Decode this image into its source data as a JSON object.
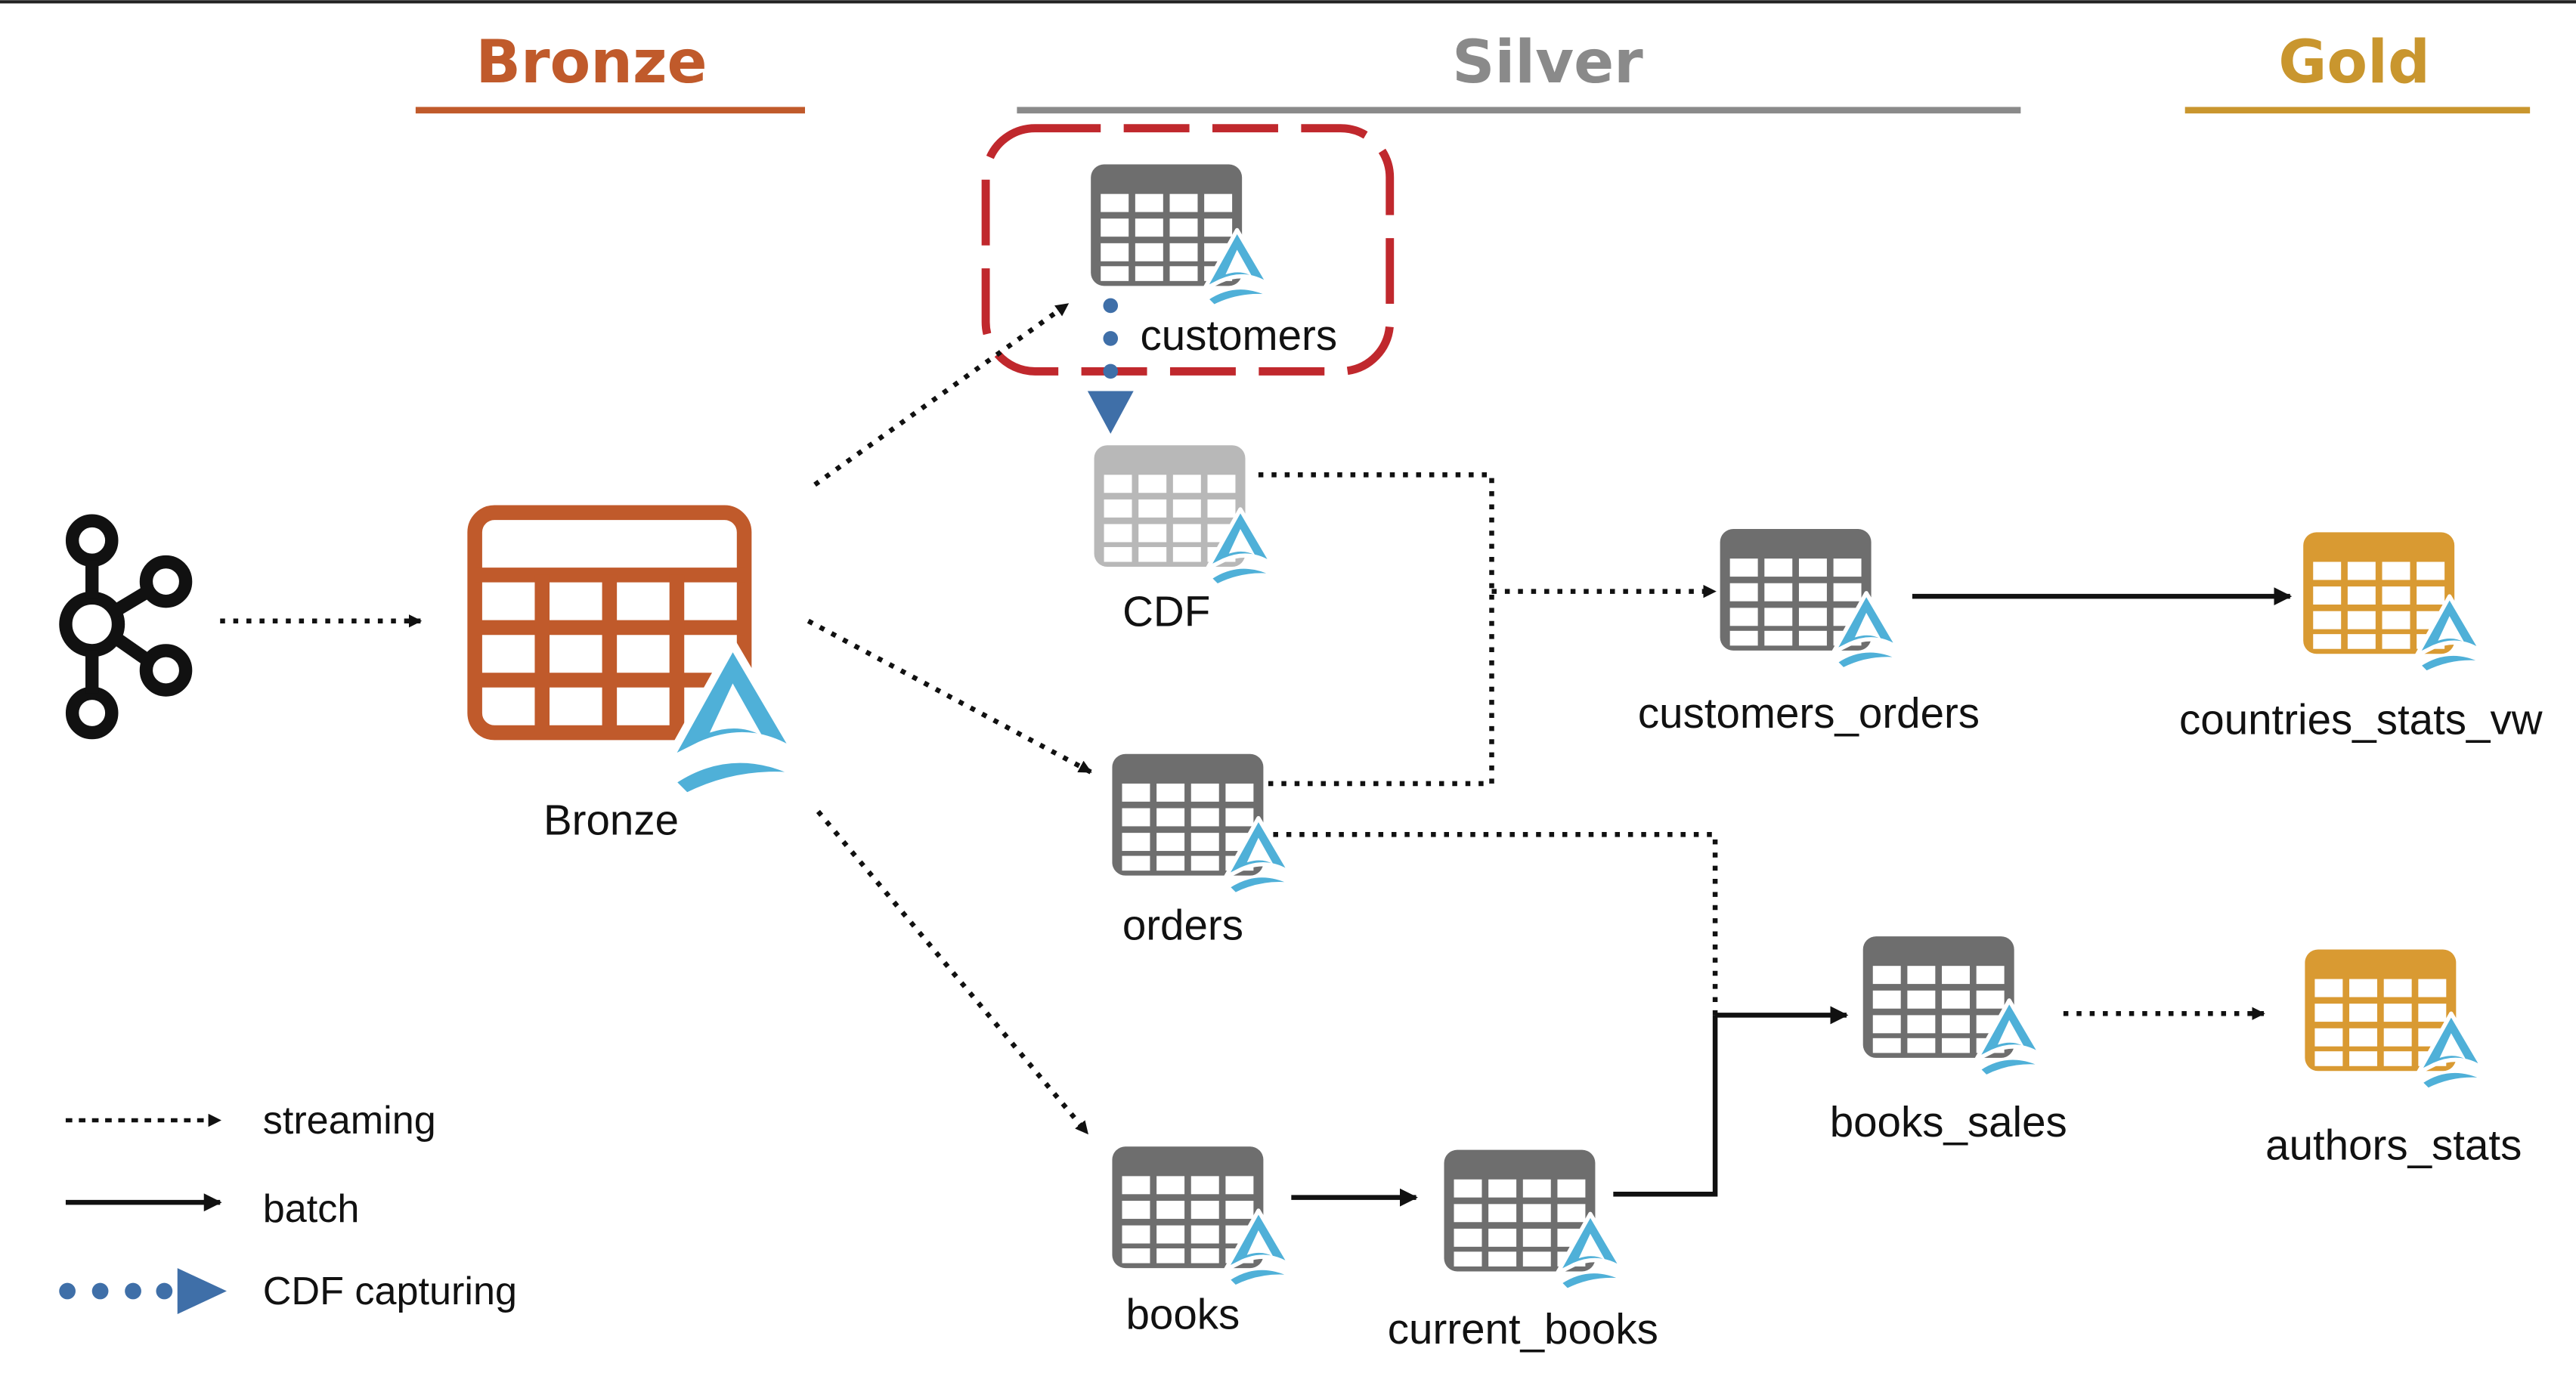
{
  "layers": {
    "bronze": {
      "title": "Bronze",
      "color": "#c05a2b"
    },
    "silver": {
      "title": "Silver",
      "color": "#8a8a8a"
    },
    "gold": {
      "title": "Gold",
      "color": "#c9962e"
    }
  },
  "nodes": {
    "bronze": {
      "label": "Bronze"
    },
    "customers": {
      "label": "customers"
    },
    "cdf": {
      "label": "CDF"
    },
    "orders": {
      "label": "orders"
    },
    "books": {
      "label": "books"
    },
    "current_books": {
      "label": "current_books"
    },
    "customers_orders": {
      "label": "customers_orders"
    },
    "books_sales": {
      "label": "books_sales"
    },
    "countries_stats_vw": {
      "label": "countries_stats_vw"
    },
    "authors_stats": {
      "label": "authors_stats"
    }
  },
  "source": {
    "icon": "kafka-icon"
  },
  "legend": {
    "streaming": "streaming",
    "batch": "batch",
    "cdf_capturing": "CDF capturing"
  },
  "colors": {
    "bronze_table": "#c05a2b",
    "silver_table": "#6e6e6e",
    "cdf_table": "#b8b8b8",
    "gold_table": "#d99a32",
    "delta": "#4fb0d8",
    "cdf_arrow": "#3f6fa8",
    "highlight": "#c0282d",
    "line": "#111111"
  }
}
